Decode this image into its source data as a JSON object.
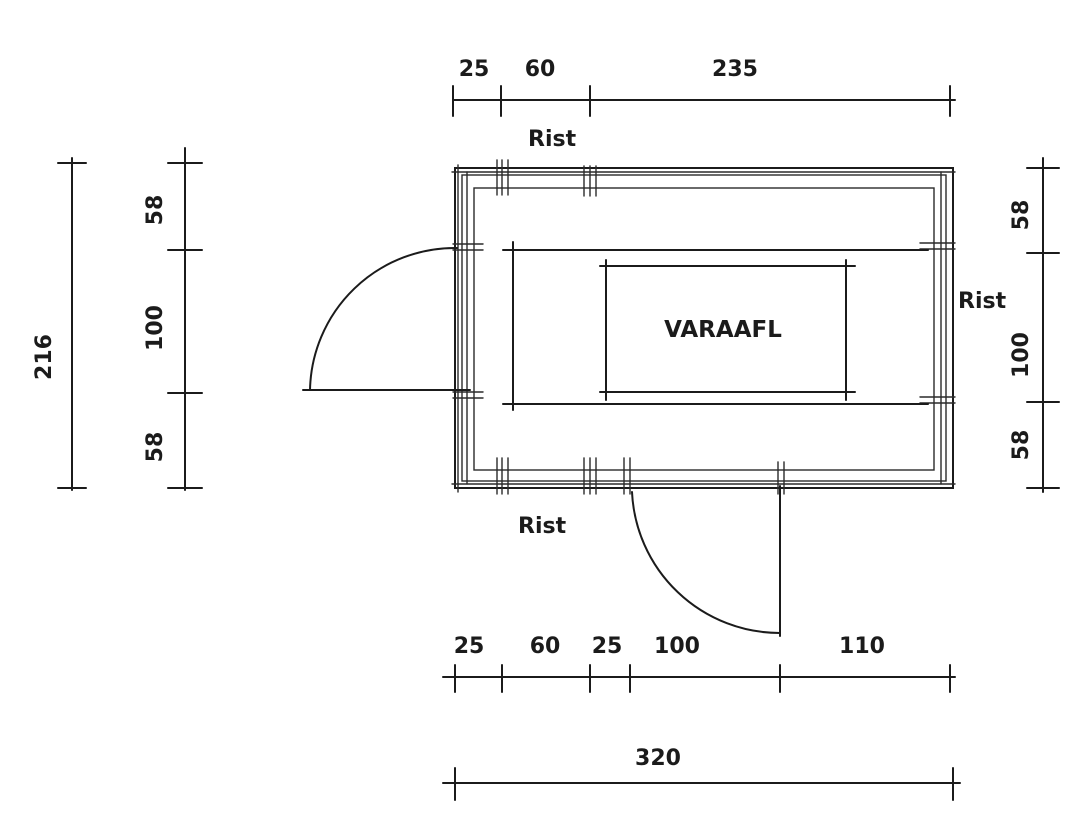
{
  "top_dims": [
    "25",
    "60",
    "235"
  ],
  "bottom_dims": [
    "25",
    "60",
    "25",
    "100",
    "110"
  ],
  "overall_width": "320",
  "overall_height": "216",
  "left_dims": [
    "58",
    "100",
    "58"
  ],
  "right_dims": [
    "58",
    "100",
    "58"
  ],
  "labels": {
    "rist_top": "Rist",
    "rist_right": "Rist",
    "rist_bottom": "Rist",
    "center": "VARAAFL"
  }
}
